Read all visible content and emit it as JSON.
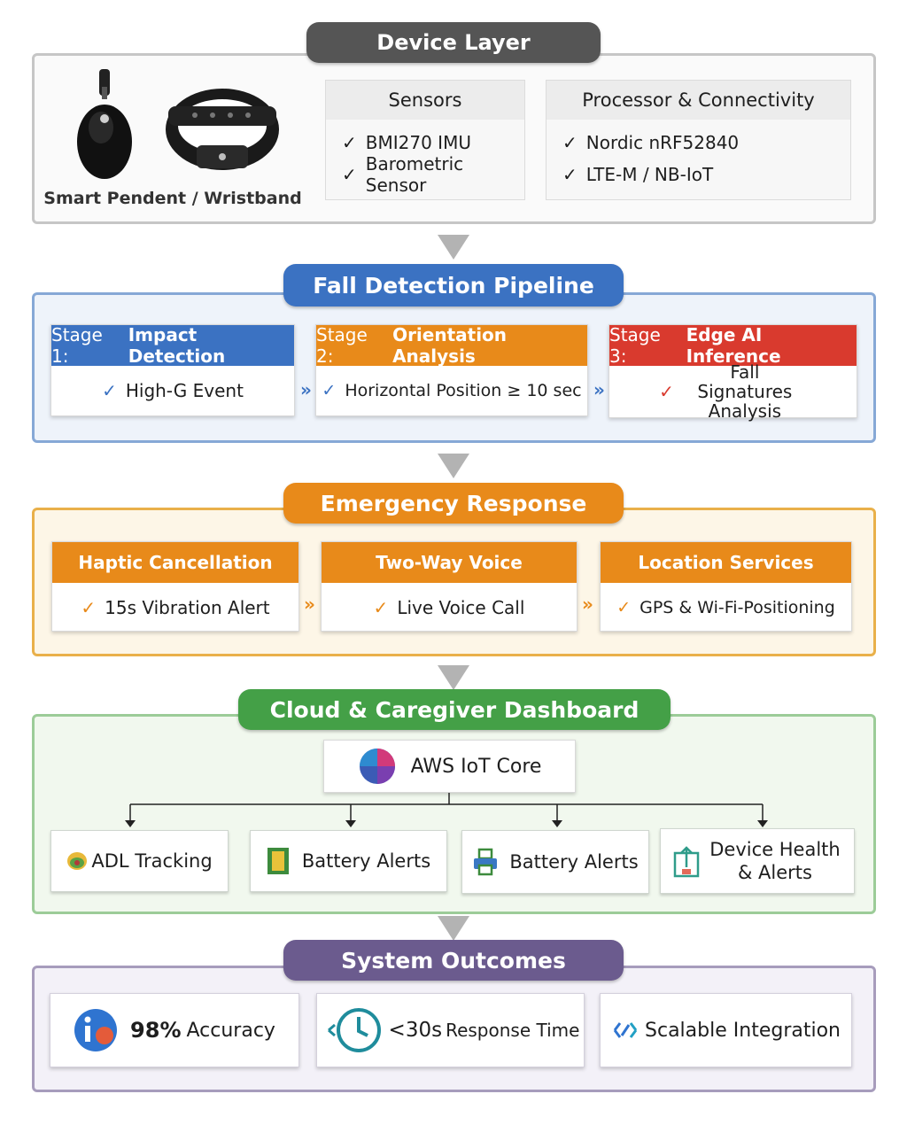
{
  "device_layer": {
    "title": "Device Layer",
    "device_caption": "Smart Pendent / Wristband",
    "sensors": {
      "header": "Sensors",
      "items": [
        "BMI270 IMU",
        "Barometric Sensor"
      ]
    },
    "processor": {
      "header": "Processor & Connectivity",
      "items": [
        "Nordic nRF52840",
        "LTE-M / NB-IoT"
      ]
    }
  },
  "pipeline": {
    "title": "Fall Detection Pipeline",
    "stages": [
      {
        "prefix": "Stage 1:",
        "name": "Impact Detection",
        "detail": "High-G Event"
      },
      {
        "prefix": "Stage 2:",
        "name": "Orientation Analysis",
        "detail": "Horizontal Position ≥ 10 sec"
      },
      {
        "prefix": "Stage 3:",
        "name": "Edge AI Inference",
        "detail": "Fall Signatures Analysis"
      }
    ]
  },
  "emergency": {
    "title": "Emergency Response",
    "cards": [
      {
        "header": "Haptic Cancellation",
        "detail": "15s Vibration Alert"
      },
      {
        "header": "Two-Way Voice",
        "detail": "Live Voice Call"
      },
      {
        "header": "Location Services",
        "detail": "GPS & Wi-Fi-Positioning"
      }
    ]
  },
  "cloud": {
    "title": "Cloud & Caregiver Dashboard",
    "core": "AWS IoT Core",
    "tiles": [
      {
        "label": "ADL Tracking"
      },
      {
        "label": "Battery Alerts"
      },
      {
        "label": "Battery Alerts"
      },
      {
        "label": "Device Health & Alerts"
      }
    ]
  },
  "outcomes": {
    "title": "System Outcomes",
    "items": [
      {
        "value": "98%",
        "label": "Accuracy"
      },
      {
        "value": "<30s",
        "label": "Response Time"
      },
      {
        "value": "",
        "label": "Scalable Integration"
      }
    ]
  },
  "colors": {
    "device": "#555555",
    "pipeline": "#3b72c2",
    "stage1": "#3b72c2",
    "stage2": "#e88a1a",
    "stage3": "#d93a2e",
    "emergency": "#e88a1a",
    "cloud": "#44a047",
    "outcomes": "#6b5b8e"
  },
  "icons": [
    "pendant-icon",
    "wristband-icon",
    "check-icon",
    "chevron-right-icon",
    "aws-iot-icon",
    "adl-icon",
    "battery-icon",
    "printer-icon",
    "device-health-icon",
    "accuracy-icon",
    "clock-icon",
    "scalable-icon"
  ]
}
